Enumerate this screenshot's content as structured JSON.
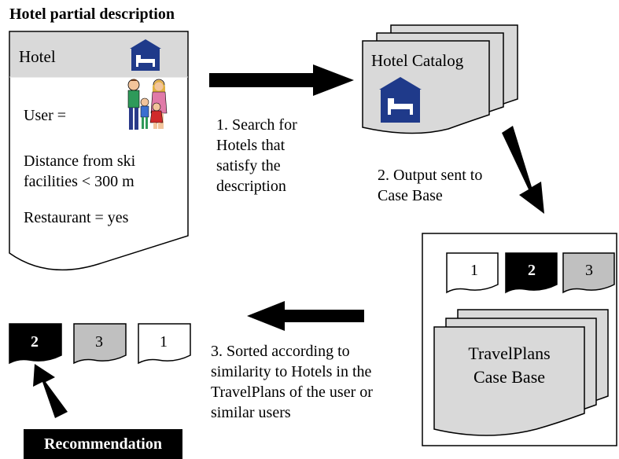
{
  "title": "Hotel partial description",
  "hotel_card": {
    "header": "Hotel",
    "hotel_icon": "hotel-bed-icon",
    "family_icon": "family-icon",
    "fields": [
      "User =",
      "Distance from ski",
      "facilities < 300 m",
      "Restaurant = yes"
    ]
  },
  "catalog": {
    "label": "Hotel Catalog",
    "icon": "hotel-bed-icon"
  },
  "step1": [
    "1. Search for",
    "Hotels that",
    "satisfy the",
    "description"
  ],
  "step2": [
    "2. Output sent to",
    "Case Base"
  ],
  "step3": [
    "3. Sorted according to",
    "similarity to Hotels in the",
    "TravelPlans of the user or",
    "similar users"
  ],
  "casebase": {
    "cards": [
      "1",
      "2",
      "3"
    ],
    "label_line1": "TravelPlans",
    "label_line2": "Case Base"
  },
  "sorted": {
    "cards": [
      "2",
      "3",
      "1"
    ]
  },
  "recommendation": "Recommendation",
  "colors": {
    "header_gray": "#d9d9d9",
    "card_gray": "#c0c0c0",
    "icon_blue": "#1f3a8a",
    "black": "#000000",
    "white": "#ffffff"
  }
}
